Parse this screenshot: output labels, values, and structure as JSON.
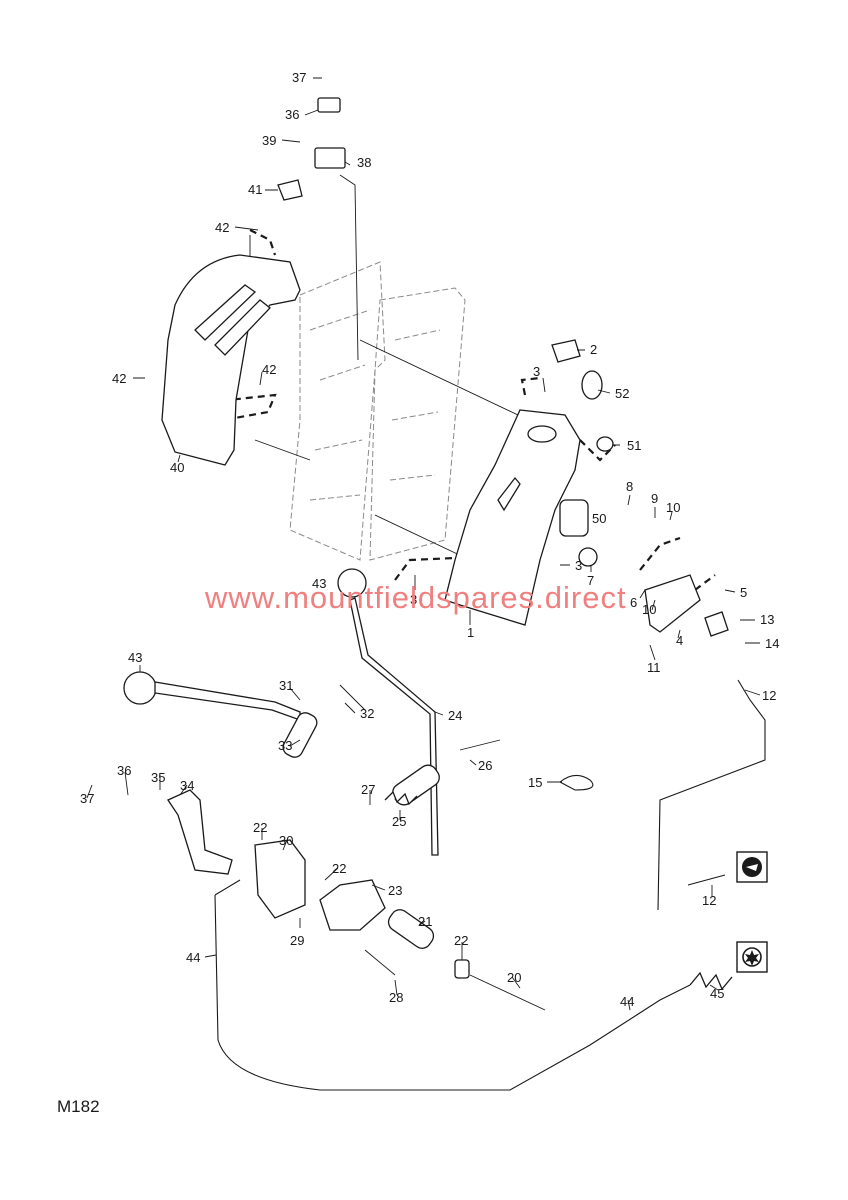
{
  "diagram_code": "M182",
  "watermark": "www.mountfieldspares.direct",
  "callouts": [
    {
      "id": "c37a",
      "text": "37"
    },
    {
      "id": "c36a",
      "text": "36"
    },
    {
      "id": "c39",
      "text": "39"
    },
    {
      "id": "c38",
      "text": "38"
    },
    {
      "id": "c41",
      "text": "41"
    },
    {
      "id": "c42a",
      "text": "42"
    },
    {
      "id": "c42b",
      "text": "42"
    },
    {
      "id": "c42c",
      "text": "42"
    },
    {
      "id": "c40",
      "text": "40"
    },
    {
      "id": "c2",
      "text": "2"
    },
    {
      "id": "c3a",
      "text": "3"
    },
    {
      "id": "c52",
      "text": "52"
    },
    {
      "id": "c51",
      "text": "51"
    },
    {
      "id": "c8",
      "text": "8"
    },
    {
      "id": "c9",
      "text": "9"
    },
    {
      "id": "c10a",
      "text": "10"
    },
    {
      "id": "c50",
      "text": "50"
    },
    {
      "id": "c3b",
      "text": "3"
    },
    {
      "id": "c7",
      "text": "7"
    },
    {
      "id": "c6",
      "text": "6"
    },
    {
      "id": "c5",
      "text": "5"
    },
    {
      "id": "c3c",
      "text": "3"
    },
    {
      "id": "c43a",
      "text": "43"
    },
    {
      "id": "c10b",
      "text": "10"
    },
    {
      "id": "c13",
      "text": "13"
    },
    {
      "id": "c1",
      "text": "1"
    },
    {
      "id": "c4",
      "text": "4"
    },
    {
      "id": "c14",
      "text": "14"
    },
    {
      "id": "c11",
      "text": "11"
    },
    {
      "id": "c43b",
      "text": "43"
    },
    {
      "id": "c12a",
      "text": "12"
    },
    {
      "id": "c31",
      "text": "31"
    },
    {
      "id": "c32",
      "text": "32"
    },
    {
      "id": "c24",
      "text": "24"
    },
    {
      "id": "c33",
      "text": "33"
    },
    {
      "id": "c26",
      "text": "26"
    },
    {
      "id": "c15",
      "text": "15"
    },
    {
      "id": "c36b",
      "text": "36"
    },
    {
      "id": "c35",
      "text": "35"
    },
    {
      "id": "c34",
      "text": "34"
    },
    {
      "id": "c27",
      "text": "27"
    },
    {
      "id": "c37b",
      "text": "37"
    },
    {
      "id": "c25",
      "text": "25"
    },
    {
      "id": "c22a",
      "text": "22"
    },
    {
      "id": "c30",
      "text": "30"
    },
    {
      "id": "c22b",
      "text": "22"
    },
    {
      "id": "c23",
      "text": "23"
    },
    {
      "id": "c12b",
      "text": "12"
    },
    {
      "id": "c29",
      "text": "29"
    },
    {
      "id": "c21",
      "text": "21"
    },
    {
      "id": "c22c",
      "text": "22"
    },
    {
      "id": "c44a",
      "text": "44"
    },
    {
      "id": "c20",
      "text": "20"
    },
    {
      "id": "c28",
      "text": "28"
    },
    {
      "id": "c45",
      "text": "45"
    },
    {
      "id": "c44b",
      "text": "44"
    }
  ]
}
